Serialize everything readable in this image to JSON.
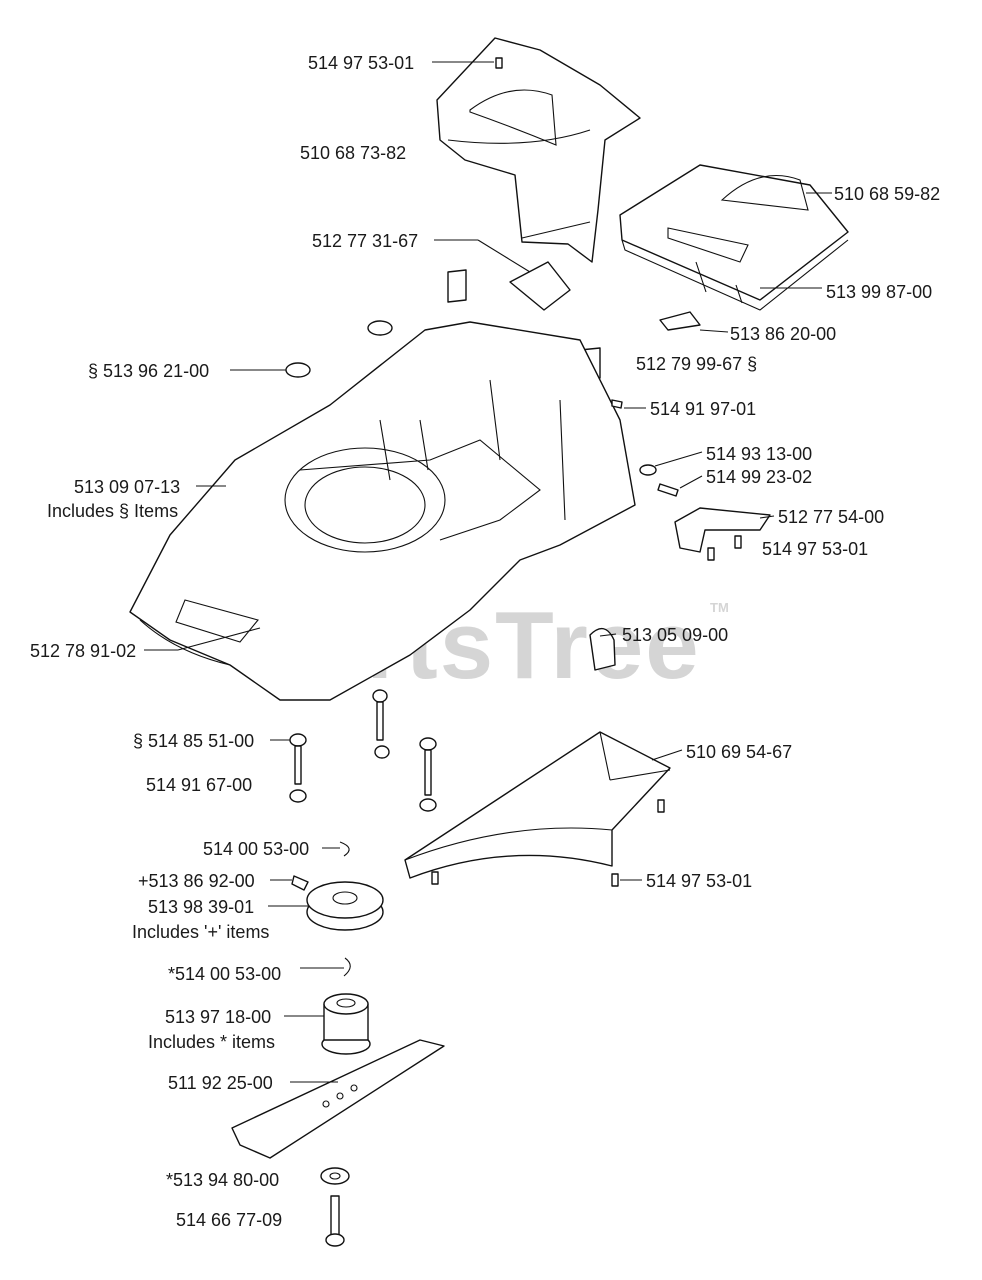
{
  "watermark": {
    "text": "PartsTree",
    "tm": "TM"
  },
  "labels": {
    "l01": "514 97 53-01",
    "l02": "510 68 73-82",
    "l03": "510 68 59-82",
    "l04": "512 77 31-67",
    "l05": "513 99 87-00",
    "l06": "513 86 20-00",
    "l07": "512 79 99-67 §",
    "l08": "§ 513 96 21-00",
    "l09": "514 91 97-01",
    "l10": "514 93 13-00",
    "l11": "514 99 23-02",
    "l12": "513 09 07-13",
    "l12b": "Includes § Items",
    "l13": "512 77 54-00",
    "l14": "514 97 53-01",
    "l15": "512 78 91-02",
    "l16": "513 05 09-00",
    "l17": "§ 514 85 51-00",
    "l18": "510 69 54-67",
    "l19": "514 91 67-00",
    "l20": "514 00 53-00",
    "l21": "514 97 53-01",
    "l22": "+513 86 92-00",
    "l23": "513 98 39-01",
    "l23b": "Includes '+' items",
    "l24": "*514 00 53-00",
    "l25": "513 97 18-00",
    "l25b": "Includes  *  items",
    "l26": "511 92 25-00",
    "l27": "*513 94 80-00",
    "l28": "514 66 77-09"
  }
}
